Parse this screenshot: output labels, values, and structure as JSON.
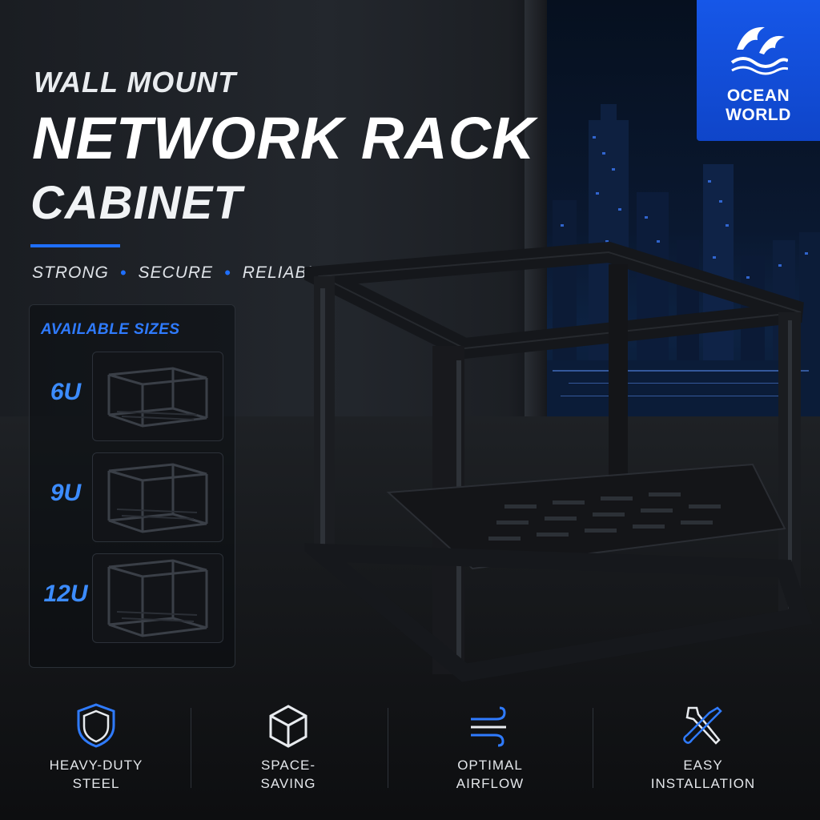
{
  "brand": {
    "name_line1": "OCEAN",
    "name_line2": "WORLD",
    "color": "#1657e8"
  },
  "title": {
    "line1": "WALL MOUNT",
    "line2": "NETWORK RACK",
    "line3": "CABINET"
  },
  "taglines": [
    "STRONG",
    "SECURE",
    "RELIABLE"
  ],
  "accent_color": "#1f6fff",
  "sizes": {
    "heading": "AVAILABLE SIZES",
    "items": [
      {
        "label": "6U"
      },
      {
        "label": "9U"
      },
      {
        "label": "12U"
      }
    ]
  },
  "features": [
    {
      "icon": "shield-icon",
      "line1": "HEAVY-DUTY",
      "line2": "STEEL"
    },
    {
      "icon": "cube-icon",
      "line1": "SPACE-",
      "line2": "SAVING"
    },
    {
      "icon": "airflow-icon",
      "line1": "OPTIMAL",
      "line2": "AIRFLOW"
    },
    {
      "icon": "tools-icon",
      "line1": "EASY",
      "line2": "INSTALLATION"
    }
  ]
}
